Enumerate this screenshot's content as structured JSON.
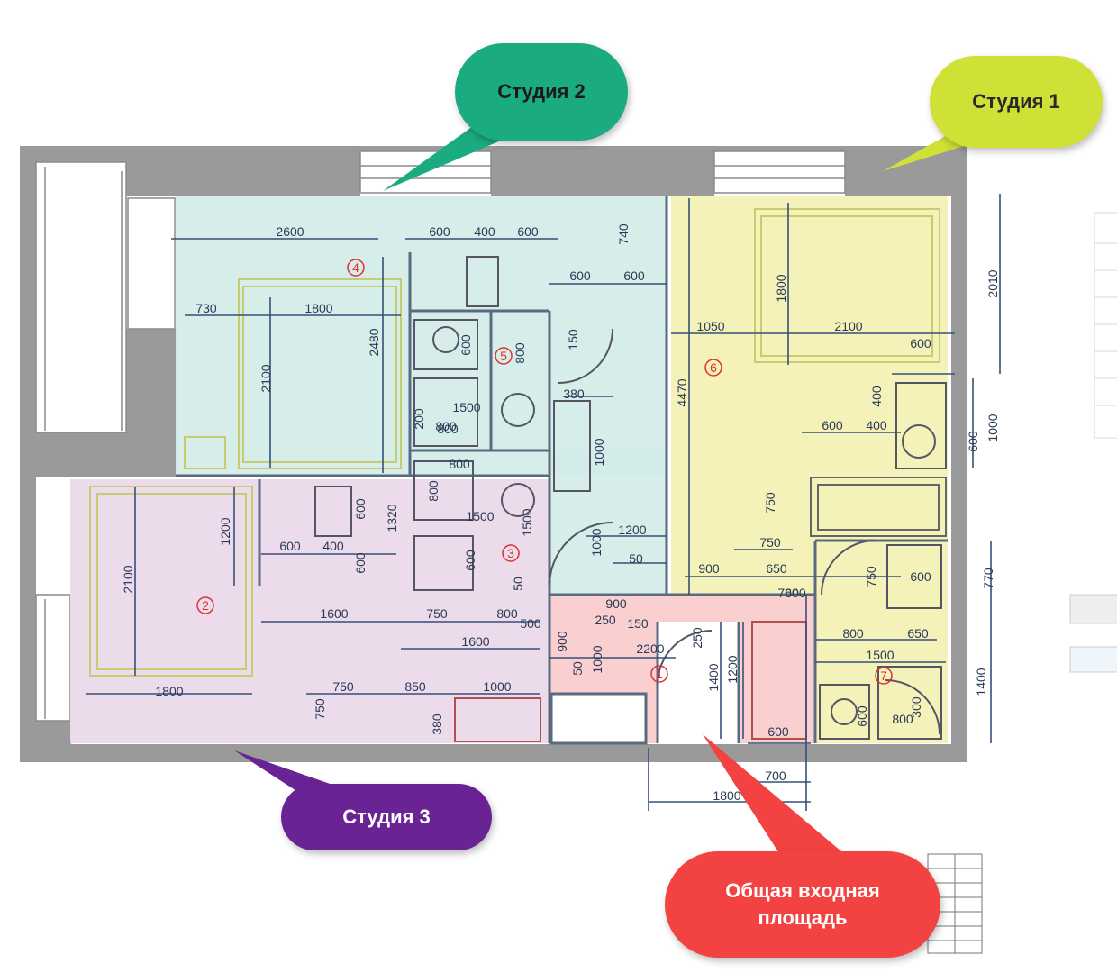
{
  "callouts": {
    "studio1": {
      "label": "Студия 1",
      "color": "#cfe036",
      "text_color": "#2a2a2a"
    },
    "studio2": {
      "label": "Студия 2",
      "color": "#1aab80",
      "text_color": "#1a1a1a"
    },
    "studio3": {
      "label": "Студия 3",
      "color": "#6a2394",
      "text_color": "#ffffff"
    },
    "common": {
      "label_line1": "Общая входная",
      "label_line2": "площадь",
      "color": "#f24242",
      "text_color": "#ffffff"
    }
  },
  "zone_colors": {
    "studio1": "#f3f1b4",
    "studio2": "#d4ece9",
    "studio3": "#ead9ea",
    "common": "#f8caca",
    "wall": "#9a9a9a"
  },
  "room_numbers": [
    "1",
    "2",
    "3",
    "4",
    "5",
    "6",
    "7"
  ],
  "dimensions": {
    "studio2": [
      "2600",
      "600",
      "400",
      "600",
      "740",
      "600",
      "600",
      "730",
      "1800",
      "2480",
      "2100",
      "600",
      "800",
      "150",
      "1500",
      "800",
      "380",
      "200",
      "800",
      "1000"
    ],
    "studio3": [
      "1200",
      "2100",
      "1800",
      "600",
      "400",
      "600",
      "1320",
      "600",
      "800",
      "800",
      "1500",
      "600",
      "1500",
      "1600",
      "750",
      "800",
      "1600",
      "500",
      "50",
      "750",
      "750",
      "850",
      "1000",
      "380"
    ],
    "studio1": [
      "2010",
      "1800",
      "1050",
      "2100",
      "600",
      "4470",
      "400",
      "600",
      "400",
      "1000",
      "600",
      "750",
      "750",
      "900",
      "650",
      "700",
      "750",
      "600",
      "770",
      "800",
      "650",
      "1500",
      "1400",
      "600",
      "800",
      "300",
      "600"
    ],
    "common": [
      "1000",
      "1200",
      "50",
      "900",
      "250",
      "150",
      "2200",
      "250",
      "900",
      "50",
      "1000",
      "1400",
      "1200",
      "700",
      "1800",
      "600"
    ]
  }
}
